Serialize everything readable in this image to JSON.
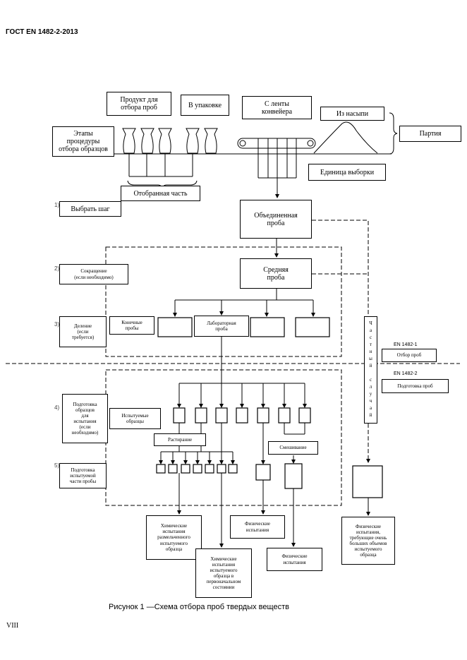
{
  "header": {
    "title": "ГОСТ EN 1482-2-2013"
  },
  "diagram": {
    "product_for_sampling": "Продукт для\nотбора проб",
    "in_package": "В упаковке",
    "from_conveyor": "С ленты\nконвейера",
    "from_bulk": "Из насыпи",
    "lot": "Партия",
    "sampling_stages": "Этапы\nпроцедуры\nотбора образцов",
    "sample_unit": "Единица выборки",
    "selected_part": "Отобранная часть",
    "step_numbers": [
      "1)",
      "2)",
      "3)",
      "4)",
      "5)"
    ],
    "choose_step": "Выбрать шаг",
    "combined_sample": "Объединенная\nпроба",
    "reduction": "Сокращение\n(если необходимо)",
    "average_sample": "Средняя\nпроба",
    "division": "Деление\n(если\nтребуется)",
    "final_samples": "Конечные\nпробы",
    "laboratory_sample": "Лабораторная\nпроба",
    "special_case": "Частный случай",
    "en1": "EN 1482-1",
    "sampling": "Отбор проб",
    "en2": "EN 1482-2",
    "sample_preparation": "Подготовка проб",
    "prep_samples": "Подготовка\nобразцов\nдля\nиспытания\n(если\nнеобходимо)",
    "test_samples": "Испытуемые\nобразцы",
    "grinding": "Растирание",
    "mixing": "Смешивание",
    "prep_test_portion": "Подготовка\nиспытуемой\nчасти пробы",
    "chem_ground": "Химические\nиспытания\nразмельченного\nиспытуемого\nобразца",
    "chem_original": "Химические\nиспытания\nиспытуемого\nобразца в\nпервоначальном\nсостоянии",
    "physical_1": "Физические\nиспытания",
    "physical_2": "Физические\nиспытания",
    "physical_large": "Физические\nиспытания,\nтребующие очень\nбольших объемов\nиспытуемого\nобразца"
  },
  "caption": "Рисунок 1 —Схема отбора проб твердых веществ",
  "page_number": "VIII"
}
